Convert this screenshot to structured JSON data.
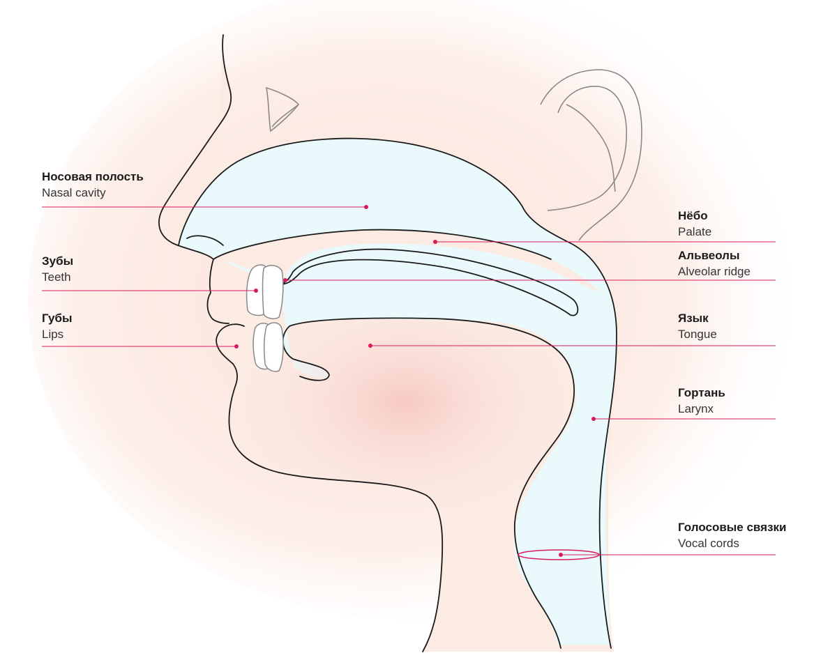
{
  "colors": {
    "skin": "#fbe8e0",
    "cavity": "#eaf9fb",
    "tongue_glow": "#f7c9c6",
    "outline": "#1a1a1a",
    "teeth": "#888888",
    "leader": "#d81b60"
  },
  "labels": {
    "nasal_cavity": {
      "ru": "Носовая полость",
      "en": "Nasal cavity"
    },
    "teeth": {
      "ru": "Зубы",
      "en": "Teeth"
    },
    "lips": {
      "ru": "Губы",
      "en": "Lips"
    },
    "palate": {
      "ru": "Нёбо",
      "en": "Palate"
    },
    "alveolar": {
      "ru": "Альвеолы",
      "en": "Alveolar ridge"
    },
    "tongue": {
      "ru": "Язык",
      "en": "Tongue"
    },
    "larynx": {
      "ru": "Гортань",
      "en": "Larynx"
    },
    "vocal_cords": {
      "ru": "Голосовые связки",
      "en": "Vocal cords"
    }
  }
}
